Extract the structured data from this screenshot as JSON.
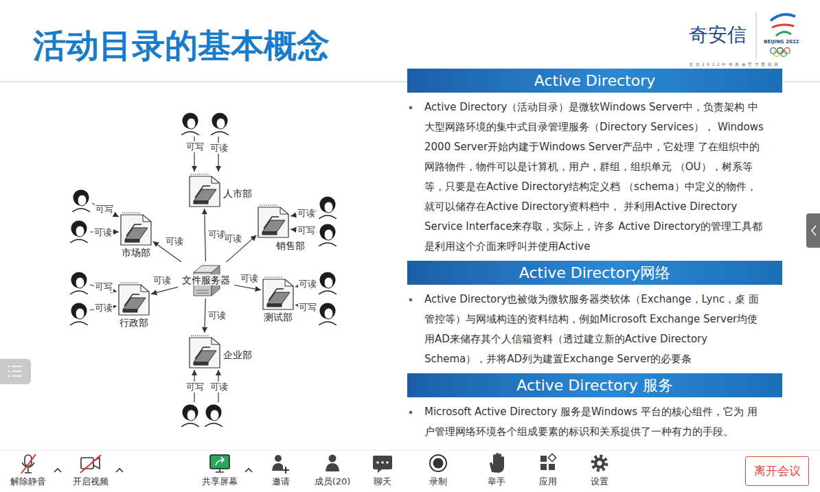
{
  "diagram": {
    "title": "活动目录的基本概念",
    "nodes": [
      {
        "text": [
          "文件服务器"
        ]
      },
      {
        "text": [
          "人市部"
        ]
      },
      {
        "text": [
          "市场部"
        ]
      },
      {
        "text": [
          "销售部"
        ]
      },
      {
        "text": [
          "行政部"
        ]
      },
      {
        "text": [
          "测试部"
        ]
      },
      {
        "text": [
          "企业部"
        ]
      },
      {
        "text": [
          "Active Directory",
          "Active Directory（活动目录）是微软Windows Server中，负责架构 中大型网路环境的集中式目录管理服务（Directory Services）， Windows 2000 Server开始内建于Windows Server产品中，它处理 了在组织中的网路物件，物件可以是计算机，用户，群组，组织单元 （OU），树系等等，只要是在Active Directory结构定义档 （schema）中定义的物件，就可以储存在Active Directory资料档中， 并利用Active Directory Service Interface来存取，实际上，许多 Active Directory的管理工具都是利用这个介面来呼叫并使用Active"
        ]
      },
      {
        "text": [
          "Active Directory网络",
          "Active Directory也被做为微软服务器类软体（Exchange，Lync，桌 面管控等）与网域构连的资料结构，例如Microsoft Exchange Server均使用AD来储存其个人信箱资料（透过建立新的Active Directory Schema），并将AD列为建置Exchange Server的必要条"
        ]
      },
      {
        "text": [
          "Active Directory 服务",
          "Microsoft Active Directory 服务是Windows 平台的核心组件，它为 用户管理网络环境各个组成要素的标识和关系提供了一种有力的手段。"
        ]
      },
      {
        "text": [
          "离开会议"
        ]
      }
    ],
    "edges": [
      {
        "from": 0,
        "to": 1,
        "label": "可读",
        "arrow": "to"
      },
      {
        "from": 0,
        "to": 2,
        "label": "可读",
        "arrow": "to"
      },
      {
        "from": 0,
        "to": 3,
        "label": "可读",
        "arrow": "to"
      },
      {
        "from": 0,
        "to": 4,
        "label": "可读",
        "arrow": "to"
      },
      {
        "from": 0,
        "to": 5,
        "label": "可读",
        "arrow": "to"
      },
      {
        "from": 0,
        "to": 6,
        "label": "可读",
        "arrow": "to"
      }
    ],
    "labels": [
      "可写",
      "可读",
      "可写",
      "可读",
      "可读",
      "可写",
      "可写",
      "可读",
      "可读",
      "可写",
      "可写",
      "可读",
      "奇安信",
      "BEIJING 2022",
      "北京2022年冬奥会官方赞助商",
      "解除静音",
      "开启视频",
      "共享屏幕",
      "邀请",
      "成员(20)",
      "聊天",
      "录制",
      "举手",
      "应用",
      "设置"
    ]
  }
}
